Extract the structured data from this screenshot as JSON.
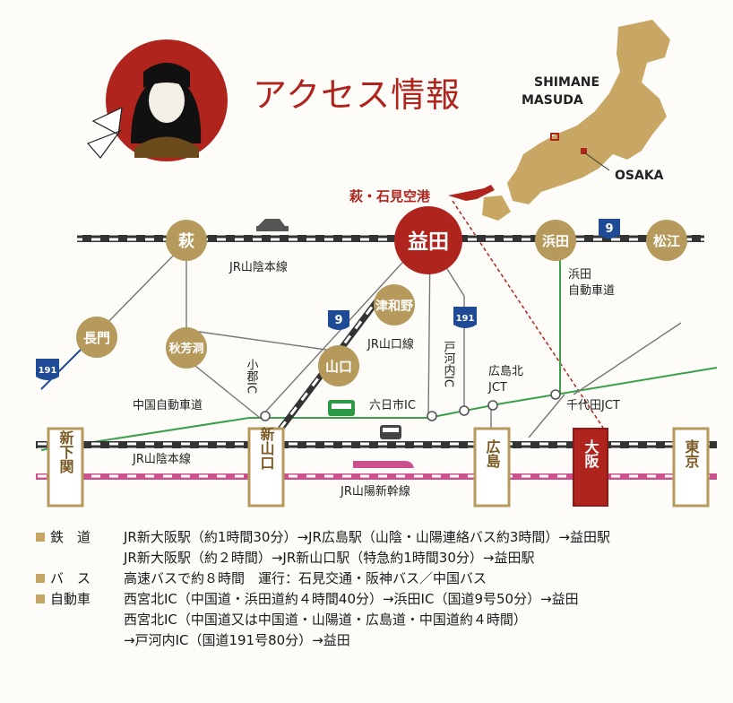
{
  "title": "アクセス情報",
  "colors": {
    "gold": "#b59a5c",
    "red": "#b0241e",
    "rail": "#333333",
    "expressway": "#3aa04a",
    "shinkansen": "#cc4f8e",
    "route": "#1e4a96"
  },
  "japan_map": {
    "shimane_masuda_line1": "SHIMANE",
    "shimane_masuda_line2": "MASUDA",
    "osaka": "OSAKA"
  },
  "airport": "萩・石見空港",
  "stations": {
    "masuda": "益田",
    "hagi": "萩",
    "hamada": "浜田",
    "matsue": "松江",
    "nagato": "長門",
    "akiyoshido": "秋芳洞",
    "tsuwano": "津和野",
    "yamaguchi": "山口"
  },
  "boxes": {
    "shimonoseki": "新下関",
    "shinyamaguchi": "新山口",
    "hiroshima": "広島",
    "osaka": "大阪",
    "tokyo": "東京"
  },
  "lines": {
    "jr_sanin_top": "JR山陰本線",
    "jr_sanin_bottom": "JR山陰本線",
    "jr_yamaguchi": "JR山口線",
    "jr_sanyo_shinkansen": "JR山陽新幹線",
    "chugoku_expressway": "中国自動車道",
    "hamada_expressway_1": "浜田",
    "hamada_expressway_2": "自動車道"
  },
  "interchanges": {
    "ogori_ic": "小郡IC",
    "tokaichi_ic": "六日市IC",
    "togouchi_ic": "戸河内IC",
    "hiroshima_kita_jct_1": "広島北",
    "hiroshima_kita_jct_2": "JCT",
    "chiyoda_jct": "千代田JCT"
  },
  "route_numbers": {
    "r9_top": "9",
    "r9_mid": "9",
    "r191_left": "191",
    "r191_mid": "191"
  },
  "access": [
    {
      "category": "鉄　道",
      "lines": [
        "JR新大阪駅（約1時間30分）→JR広島駅（山陰・山陽連絡バス約3時間）→益田駅",
        "JR新大阪駅（約２時間）→JR新山口駅（特急約1時間30分）→益田駅"
      ]
    },
    {
      "category": "バ　ス",
      "lines": [
        "高速バスで約８時間　運行：石見交通・阪神バス／中国バス"
      ]
    },
    {
      "category": "自動車",
      "lines": [
        "西宮北IC（中国道・浜田道約４時間40分）→浜田IC（国道9号50分）→益田",
        "西宮北IC（中国道又は中国道・山陽道・広島道・中国道約４時間）",
        "→戸河内IC（国道191号80分）→益田"
      ]
    }
  ]
}
